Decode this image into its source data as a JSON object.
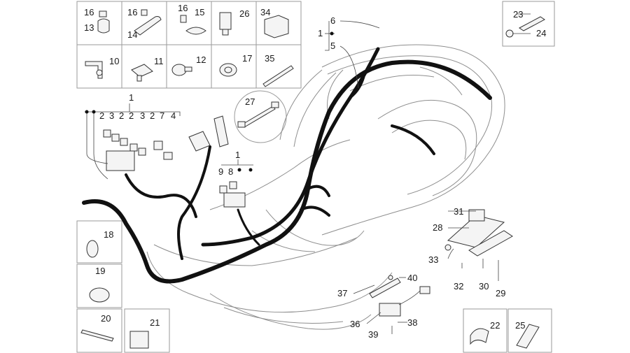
{
  "diagram": {
    "type": "exploded-parts-diagram",
    "callouts": {
      "c16a": "16",
      "c13": "13",
      "c16b": "16",
      "c14": "14",
      "c16c": "16",
      "c15": "15",
      "c26": "26",
      "c34": "34",
      "c10": "10",
      "c11": "11",
      "c12": "12",
      "c17": "17",
      "c35": "35",
      "c6": "6",
      "c1a": "1",
      "c5": "5",
      "c23": "23",
      "c24": "24",
      "c1b": "1",
      "c2a": "2",
      "c3a": "3",
      "c2b": "2",
      "c2c": "2",
      "c3b": "3",
      "c2d": "2",
      "c7": "7",
      "c4": "4",
      "c27": "27",
      "c1c": "1",
      "c9": "9",
      "c8": "8",
      "c18": "18",
      "c19": "19",
      "c20": "20",
      "c21": "21",
      "c31": "31",
      "c28": "28",
      "c33": "33",
      "c32": "32",
      "c30": "30",
      "c29": "29",
      "c40": "40",
      "c37": "37",
      "c36": "36",
      "c38": "38",
      "c39": "39",
      "c22": "22",
      "c25": "25"
    }
  }
}
